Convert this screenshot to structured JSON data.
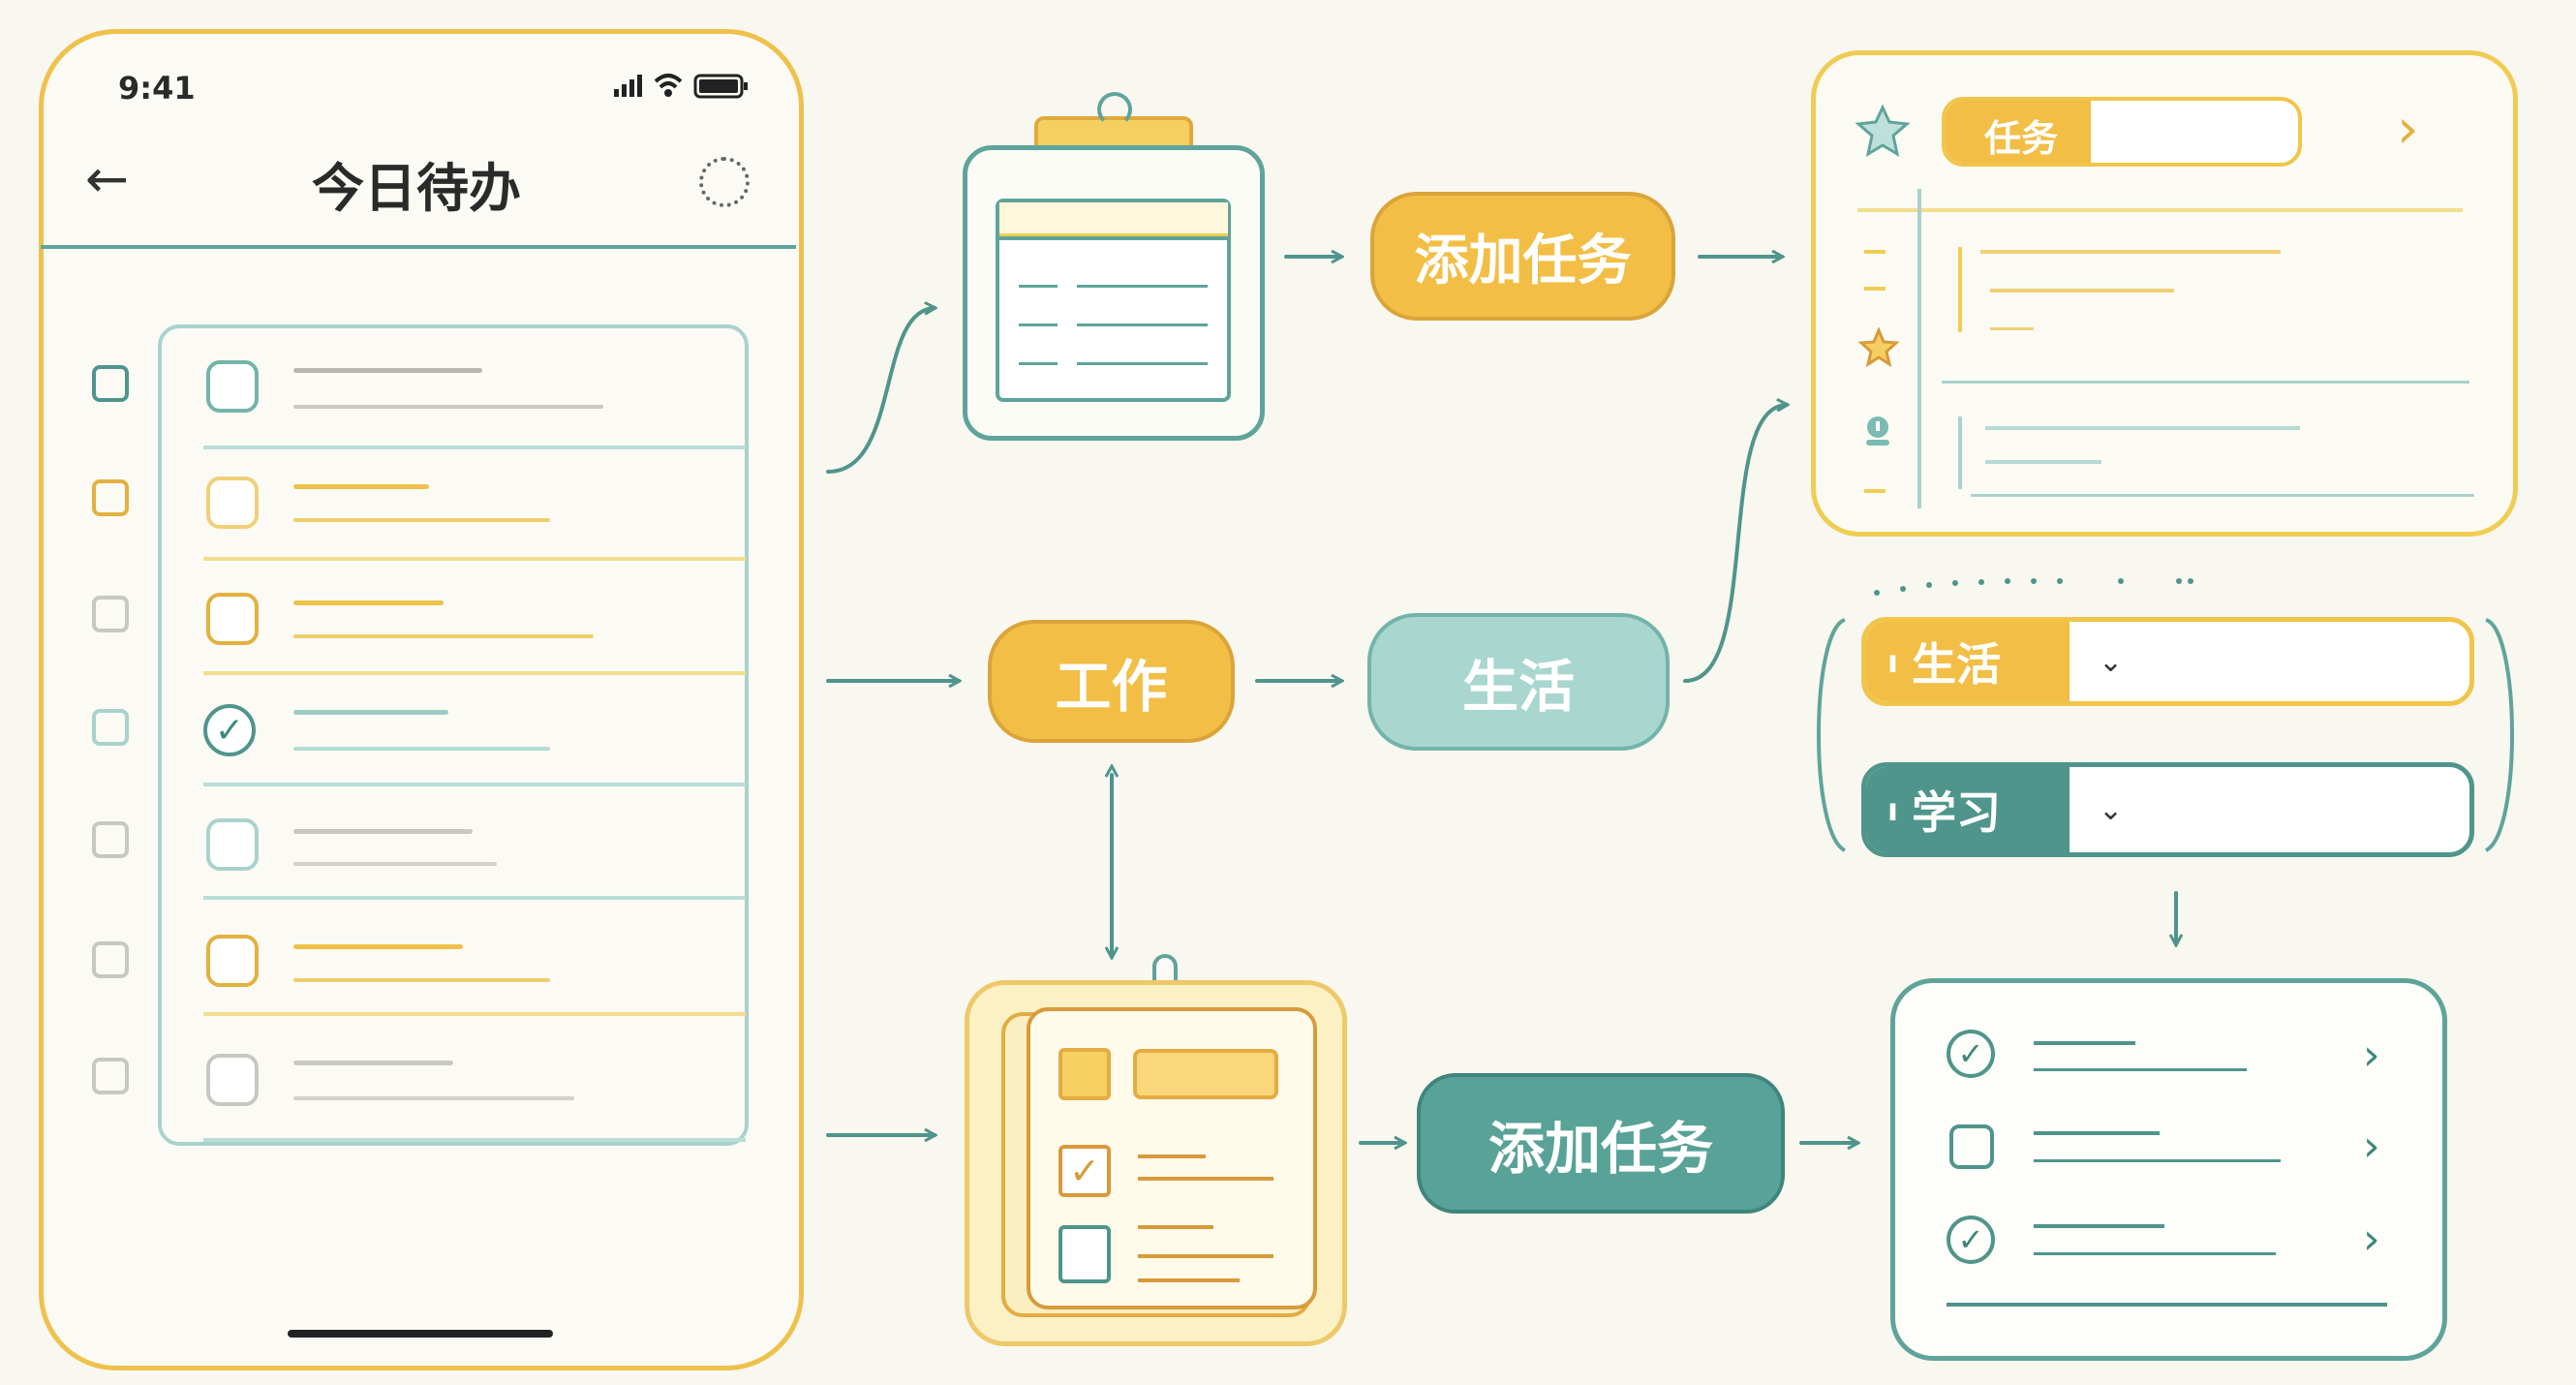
{
  "phone": {
    "status_time": "9:41",
    "status_icons": "▮▮▮ ◠ ▭",
    "back_icon": "←",
    "title": "今日待办",
    "more_icon": "more-options-icon"
  },
  "flow": {
    "add_task_top": "添加任务",
    "work": "工作",
    "life": "生活",
    "add_task_bottom": "添加任务"
  },
  "task_card": {
    "field_label": "任务",
    "chevron": "›"
  },
  "categories": {
    "life_label": "生活",
    "study_label": "学习",
    "caret": "⌄"
  },
  "result_list": {
    "chevron": "›",
    "check": "✓"
  },
  "colors": {
    "yellow": "#f2be45",
    "teal": "#58a297",
    "teal_light": "#a9d6cf",
    "background": "#f8f7f0"
  }
}
